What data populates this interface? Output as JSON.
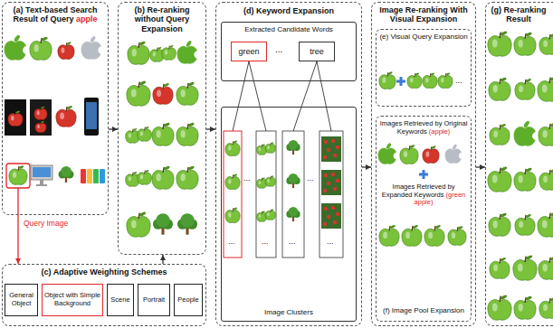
{
  "diagram": {
    "nodes": [
      {
        "text": [
          "(a) Text-based Search Result of Query apple"
        ]
      },
      {
        "text": [
          "(b) Re-ranking without Query Expansion"
        ]
      },
      {
        "text": [
          "(c) Adaptive Weighting Schemes"
        ]
      },
      {
        "text": [
          "General Object"
        ],
        "in": 2
      },
      {
        "text": [
          "Object with Simple Background"
        ],
        "in": 2
      },
      {
        "text": [
          "Scene"
        ],
        "in": 2
      },
      {
        "text": [
          "Portrait"
        ],
        "in": 2
      },
      {
        "text": [
          "People"
        ],
        "in": 2
      },
      {
        "text": [
          "(d) Keyword Expansion"
        ]
      },
      {
        "text": [
          "Extracted Candidate Words"
        ],
        "in": 8
      },
      {
        "text": [
          "green"
        ],
        "in": 9
      },
      {
        "text": [
          "tree"
        ],
        "in": 9
      },
      {
        "text": [
          "Image Clusters"
        ],
        "in": 8
      },
      {
        "text": [
          "Image Re-ranking With Visual Expansion"
        ]
      },
      {
        "text": [
          "(e) Visual Query Expansion"
        ],
        "in": 13
      },
      {
        "text": [
          "Images Retrieved by Original Keywords (apple)",
          "Images Retrieved by Expanded Keywords (green apple)",
          "(f) Image Pool Expansion"
        ],
        "in": 13
      },
      {
        "text": [
          "(g) Re-ranking Result"
        ]
      }
    ],
    "edges": [
      {
        "from": 0,
        "to": 1,
        "arrow": "to"
      },
      {
        "from": 1,
        "to": 8,
        "arrow": "to"
      },
      {
        "from": 2,
        "to": 1,
        "arrow": "to"
      },
      {
        "from": 0,
        "to": 2,
        "arrow": "to"
      },
      {
        "from": 8,
        "to": 13,
        "arrow": "to"
      },
      {
        "from": 13,
        "to": 16,
        "arrow": "to"
      }
    ],
    "labels": [
      "Query Image",
      "...",
      "...",
      "...",
      "...",
      "...",
      "...",
      "...",
      "..."
    ]
  }
}
